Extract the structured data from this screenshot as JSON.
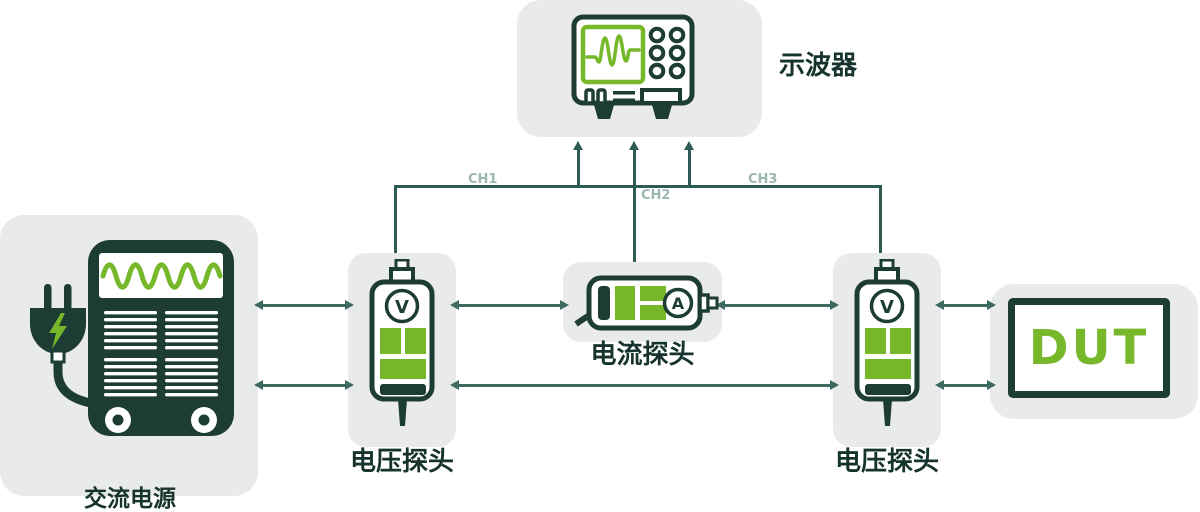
{
  "oscilloscope": {
    "label": "示波器"
  },
  "power_source": {
    "label": "交流电源"
  },
  "voltage_probe_left": {
    "label": "电压探头",
    "symbol": "V"
  },
  "current_probe": {
    "label": "电流探头",
    "symbol": "A"
  },
  "voltage_probe_right": {
    "label": "电压探头",
    "symbol": "V"
  },
  "dut": {
    "label": "DUT"
  },
  "channels": {
    "ch1": "CH1",
    "ch2": "CH2",
    "ch3": "CH3"
  },
  "colors": {
    "dark_teal": "#1d3c34",
    "accent_green": "#77b82a",
    "panel_gray": "#e9ebea",
    "wire_teal": "#3d6b62",
    "bus_teal": "#2e5c54",
    "label_dark": "#16342d",
    "faint_label": "#9bb8af"
  }
}
